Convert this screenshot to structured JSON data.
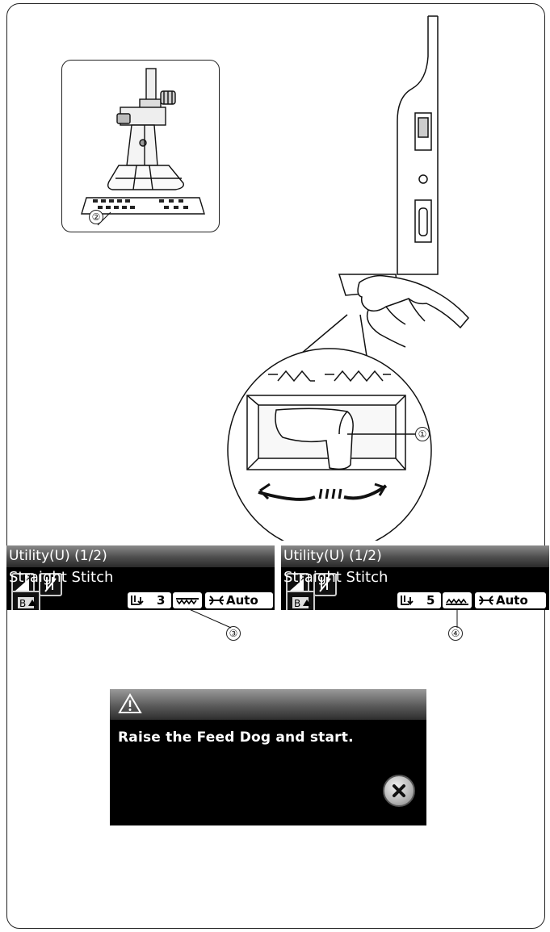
{
  "callouts": {
    "feed_dog_lever": "①",
    "feed_dog": "②",
    "feed_dog_lowered_icon": "③",
    "feed_dog_raised_icon": "④"
  },
  "screens": [
    {
      "title": "Utility(U) (1/2)",
      "stitch_name": "Straight Stitch",
      "presser_foot_value": "3",
      "thread_tension": "Auto",
      "feed_dog_state": "lowered"
    },
    {
      "title": "Utility(U) (1/2)",
      "stitch_name": "Straight Stitch",
      "presser_foot_value": "5",
      "thread_tension": "Auto",
      "feed_dog_state": "raised"
    }
  ],
  "dialog": {
    "icon": "warning-icon",
    "message": "Raise the Feed Dog and start.",
    "close_icon": "close-icon"
  }
}
